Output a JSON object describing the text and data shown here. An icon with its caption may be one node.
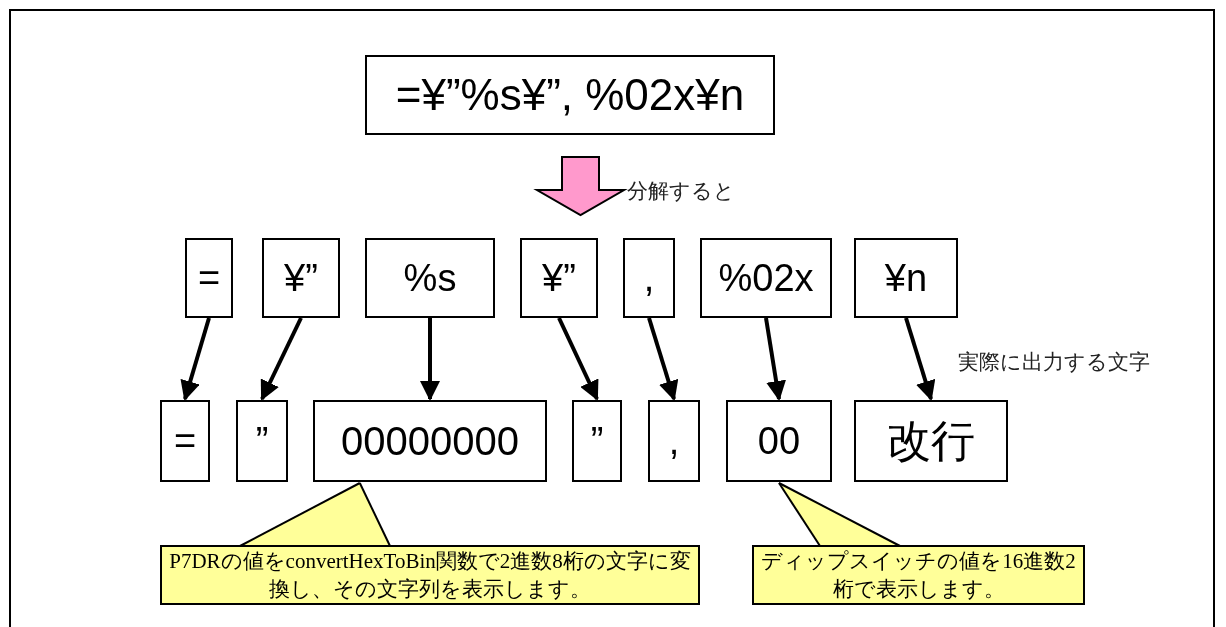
{
  "diagram": {
    "nodes": [
      {
        "text": [
          "=¥”%s¥”, %02x¥n"
        ]
      },
      {
        "text": [
          "="
        ]
      },
      {
        "text": [
          "¥”"
        ]
      },
      {
        "text": [
          "%s"
        ]
      },
      {
        "text": [
          "¥”"
        ]
      },
      {
        "text": [
          ","
        ]
      },
      {
        "text": [
          "%02x"
        ]
      },
      {
        "text": [
          "¥n"
        ]
      },
      {
        "text": [
          "="
        ]
      },
      {
        "text": [
          "”"
        ]
      },
      {
        "text": [
          "00000000"
        ]
      },
      {
        "text": [
          "”"
        ]
      },
      {
        "text": [
          ","
        ]
      },
      {
        "text": [
          "00"
        ]
      },
      {
        "text": [
          "改行"
        ]
      },
      {
        "text": [
          "P7DRの値をconvertHexToBin関数で2進数8桁の文字に変換し、その文字列を表示します。"
        ]
      },
      {
        "text": [
          "ディップスイッチの値を16進数2桁で表示します。"
        ]
      }
    ],
    "edges": [
      {
        "from": 0,
        "to": null,
        "arrow": "to",
        "label": "分解すると",
        "style": "thick",
        "color": "#ff99cc"
      },
      {
        "from": 1,
        "to": 8,
        "arrow": "to"
      },
      {
        "from": 2,
        "to": 9,
        "arrow": "to"
      },
      {
        "from": 3,
        "to": 10,
        "arrow": "to"
      },
      {
        "from": 4,
        "to": 11,
        "arrow": "to"
      },
      {
        "from": 5,
        "to": 12,
        "arrow": "to"
      },
      {
        "from": 6,
        "to": 13,
        "arrow": "to"
      },
      {
        "from": 7,
        "to": 14,
        "arrow": "to"
      },
      {
        "from": 15,
        "to": 10,
        "arrow": "none"
      },
      {
        "from": 16,
        "to": 13,
        "arrow": "none"
      }
    ],
    "labels": [
      "実際に出力する文字"
    ]
  }
}
